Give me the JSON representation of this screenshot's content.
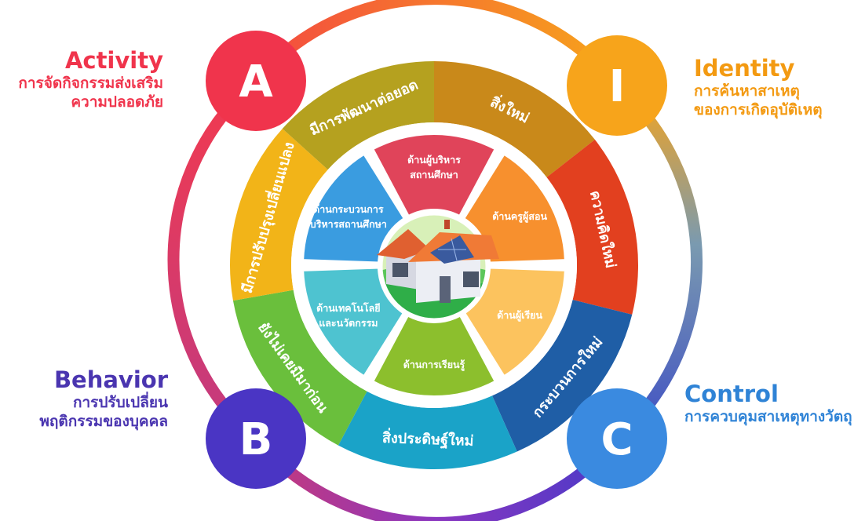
{
  "corners": {
    "activity": {
      "title": "Activity",
      "subtitle_line1": "การจัดกิจกรรมส่งเสริม",
      "subtitle_line2": "ความปลอดภัย",
      "letter": "A",
      "color": "#f0344c"
    },
    "identity": {
      "title": "Identity",
      "subtitle_line1": "การค้นหาสาเหตุ",
      "subtitle_line2": "ของการเกิดอุบัติเหตุ",
      "letter": "I",
      "color": "#f39a12"
    },
    "behavior": {
      "title": "Behavior",
      "subtitle_line1": "การปรับเปลี่ยน",
      "subtitle_line2": "พฤติกรรมของบุคคล",
      "letter": "B",
      "color": "#4a35b0"
    },
    "control": {
      "title": "Control",
      "subtitle_line1": "การควบคุมสาเหตุทางวัตถุ",
      "subtitle_line2": "",
      "letter": "C",
      "color": "#2f83d6"
    }
  },
  "outer_ring": {
    "segments": [
      {
        "label": "สิ่งใหม่",
        "color": "#c9891a"
      },
      {
        "label": "ความคิดใหม่",
        "color": "#e2401f"
      },
      {
        "label": "กระบวนการใหม่",
        "color": "#1f5ea6"
      },
      {
        "label": "สิ่งประดิษฐ์ใหม่",
        "color": "#1aa3c8"
      },
      {
        "label": "ยังไม่เคยมีมาก่อน",
        "color": "#6abf3c"
      },
      {
        "label": "มีการปรับปรุงเปลี่ยนแปลง",
        "color": "#f2b418"
      },
      {
        "label": "มีการพัฒนาต่อยอด",
        "color": "#b5a11f"
      }
    ]
  },
  "petals": [
    {
      "line1": "ด้านผู้บริหาร",
      "line2": "สถานศึกษา",
      "color": "#e0445a"
    },
    {
      "line1": "ด้านครูผู้สอน",
      "line2": "",
      "color": "#f7902e"
    },
    {
      "line1": "ด้านผู้เรียน",
      "line2": "",
      "color": "#fcc35e"
    },
    {
      "line1": "ด้านการเรียนรู้",
      "line2": "",
      "color": "#8cbf2d"
    },
    {
      "line1": "ด้านเทคโนโลยี",
      "line2": "และนวัตกรรม",
      "color": "#4ec3d0"
    },
    {
      "line1": "ด้านกระบวนการ",
      "line2": "บริหารสถานศึกษา",
      "color": "#3a9ce0"
    }
  ]
}
